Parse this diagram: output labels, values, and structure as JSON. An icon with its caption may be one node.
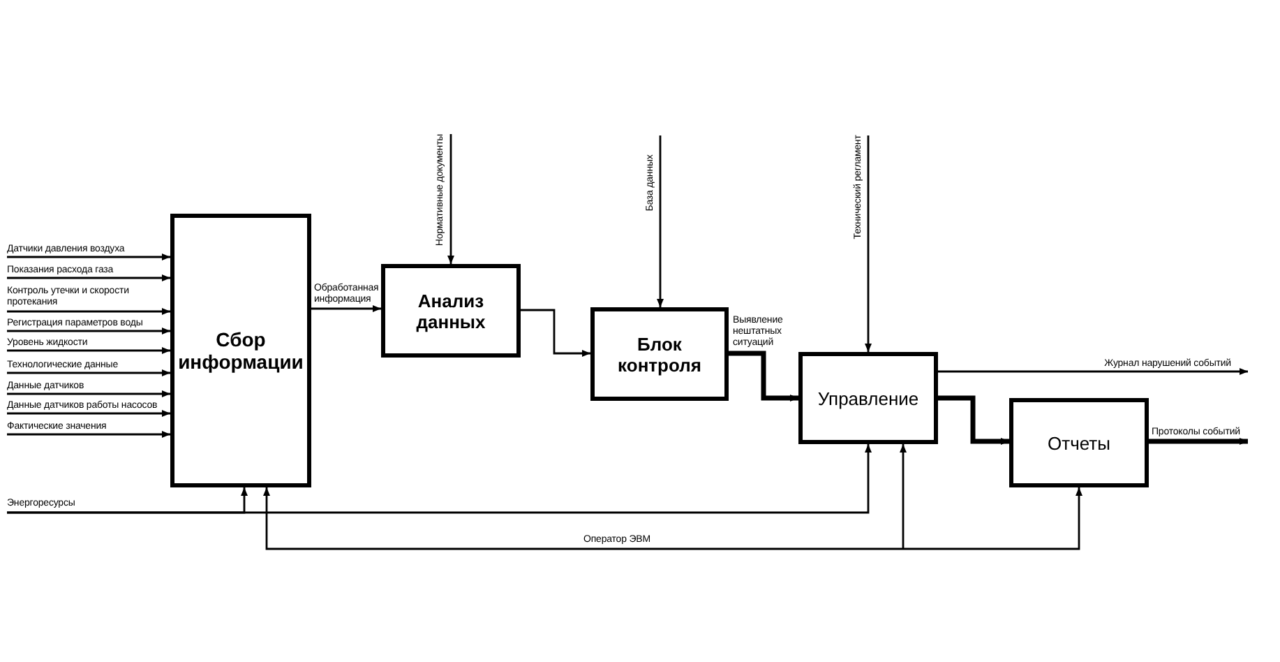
{
  "diagram": {
    "nodes": [
      {
        "text": [
          "Сбор информации"
        ]
      },
      {
        "text": [
          "Анализ данных"
        ]
      },
      {
        "text": [
          "Блок контроля"
        ]
      },
      {
        "text": [
          "Управление"
        ]
      },
      {
        "text": [
          "Отчеты"
        ]
      }
    ],
    "edges": [
      {
        "from": null,
        "to": 0,
        "arrow": "to",
        "label": "Датчики давления воздуха"
      },
      {
        "from": null,
        "to": 0,
        "arrow": "to",
        "label": "Показания расхода газа"
      },
      {
        "from": null,
        "to": 0,
        "arrow": "to",
        "label": "Контроль утечки и скорости протекания"
      },
      {
        "from": null,
        "to": 0,
        "arrow": "to",
        "label": "Регистрация параметров воды"
      },
      {
        "from": null,
        "to": 0,
        "arrow": "to",
        "label": "Уровень жидкости"
      },
      {
        "from": null,
        "to": 0,
        "arrow": "to",
        "label": "Технологические данные"
      },
      {
        "from": null,
        "to": 0,
        "arrow": "to",
        "label": "Данные датчиков"
      },
      {
        "from": null,
        "to": 0,
        "arrow": "to",
        "label": "Данные датчиков работы насосов"
      },
      {
        "from": null,
        "to": 0,
        "arrow": "to",
        "label": "Фактические значения"
      },
      {
        "from": null,
        "to": 1,
        "arrow": "to",
        "label": "Нормативные документы"
      },
      {
        "from": null,
        "to": 2,
        "arrow": "to",
        "label": "База данных"
      },
      {
        "from": null,
        "to": 3,
        "arrow": "to",
        "label": "Технический регламент"
      },
      {
        "from": 0,
        "to": 1,
        "arrow": "to",
        "label": "Обработанная информация"
      },
      {
        "from": 1,
        "to": 2,
        "arrow": "to"
      },
      {
        "from": 2,
        "to": 3,
        "arrow": "to",
        "label": "Выявление нештатных ситуаций",
        "style": "thick"
      },
      {
        "from": 3,
        "to": null,
        "arrow": "to",
        "label": "Журнал нарушений событий"
      },
      {
        "from": 3,
        "to": 4,
        "arrow": "to",
        "style": "thick"
      },
      {
        "from": 4,
        "to": null,
        "arrow": "to",
        "label": "Протоколы событий",
        "style": "thick"
      },
      {
        "from": null,
        "to": 0,
        "arrow": "to",
        "label": "Энергоресурсы"
      },
      {
        "from": null,
        "to": 3,
        "arrow": "to"
      },
      {
        "from": null,
        "to": 0,
        "arrow": "to",
        "label": "Оператор ЭВМ"
      },
      {
        "from": null,
        "to": 3,
        "arrow": "to"
      },
      {
        "from": null,
        "to": 4,
        "arrow": "to"
      }
    ]
  }
}
